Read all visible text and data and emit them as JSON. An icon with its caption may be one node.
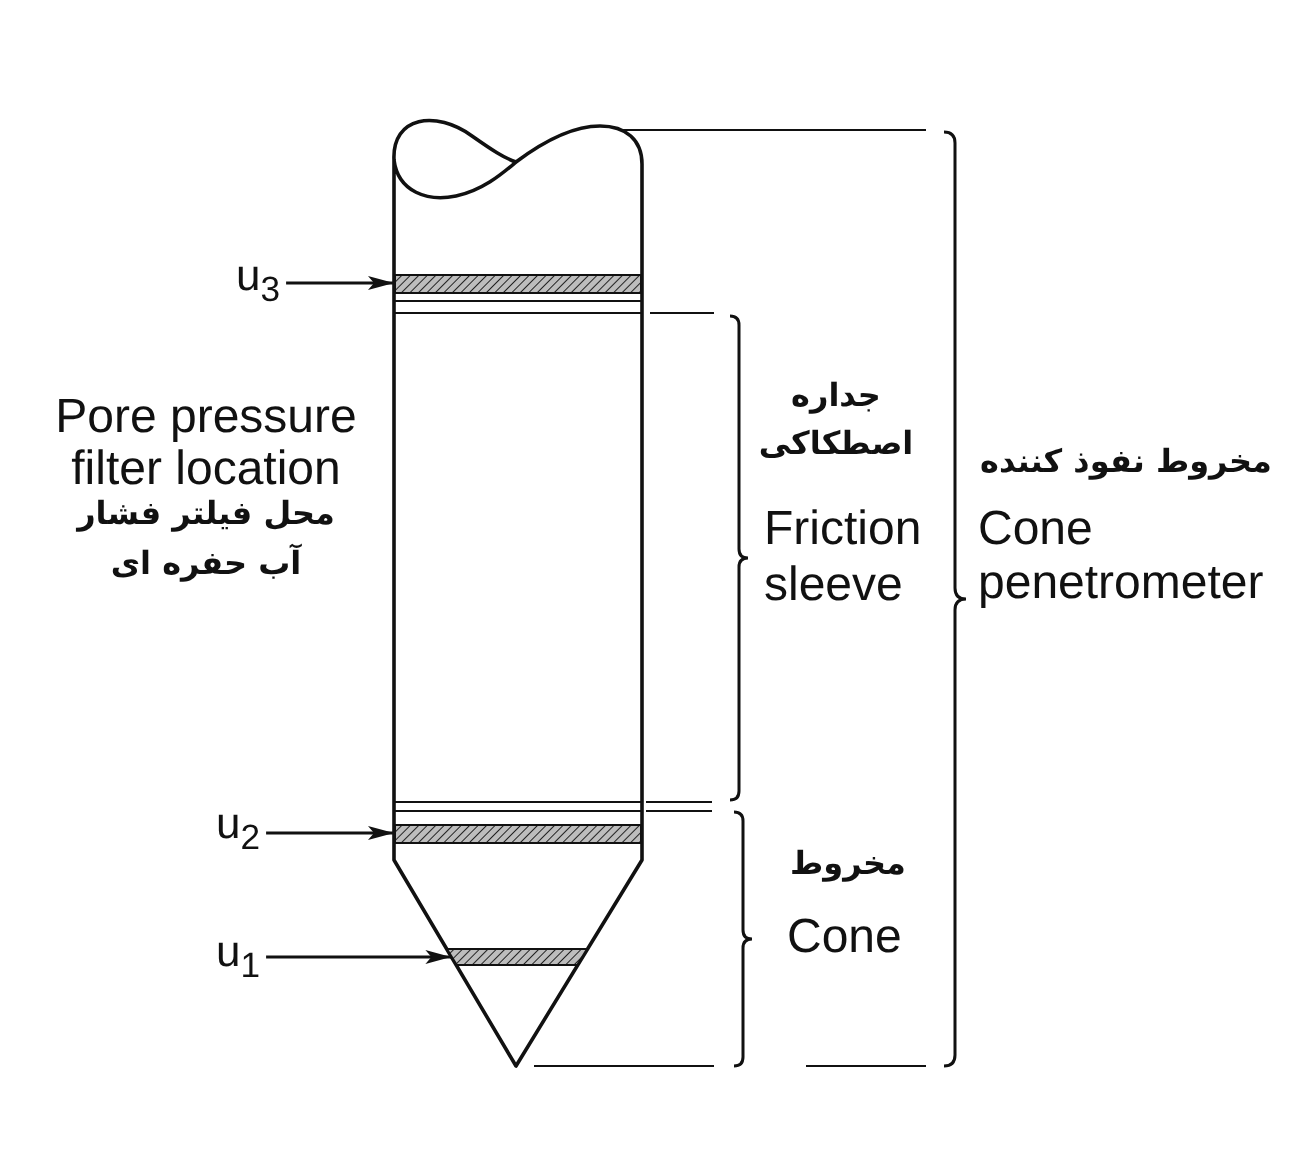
{
  "diagram": {
    "nodes": [
      {
        "text": [
          "u$_{3}$"
        ]
      },
      {
        "text": [],
        "shape": "bar"
      },
      {
        "text": [
          "u$_{2}$"
        ]
      },
      {
        "text": [],
        "shape": "bar"
      },
      {
        "text": [
          "u$_{1}$"
        ]
      },
      {
        "text": [],
        "shape": "bar"
      }
    ],
    "edges": [
      {
        "from": 0,
        "to": 1,
        "arrow": "to"
      },
      {
        "from": 2,
        "to": 3,
        "arrow": "to"
      },
      {
        "from": 4,
        "to": 5,
        "arrow": "to"
      }
    ],
    "labels": [
      "Pore pressure filter location",
      "محل فیلتر فشار آب حفره ای",
      "جداره اصطکاکی",
      "Friction sleeve",
      "مخروط نفوذ کننده",
      "Cone penetrometer",
      "مخروط",
      "Cone"
    ]
  }
}
